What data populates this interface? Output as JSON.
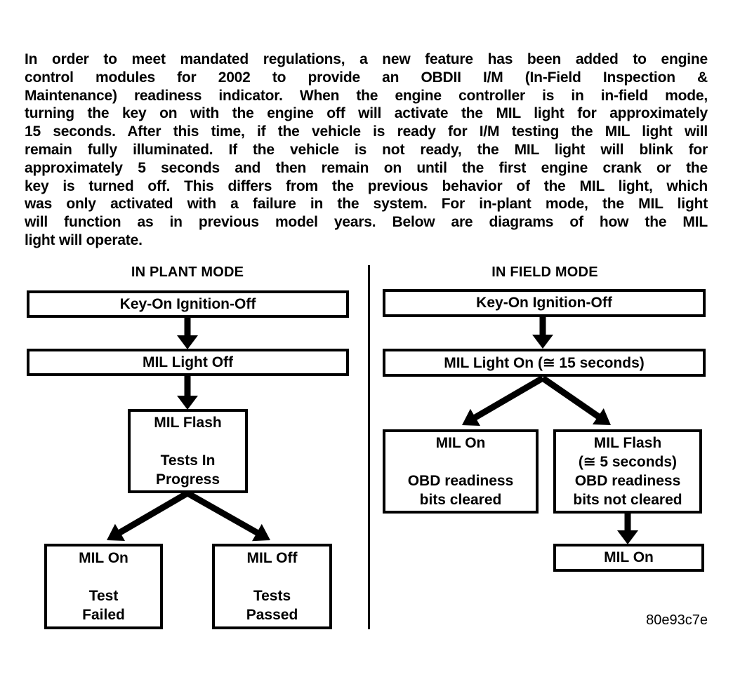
{
  "page": {
    "background_color": "#ffffff",
    "text_color": "#000000",
    "figure_code": "80e93c7e"
  },
  "paragraph": {
    "lines": [
      "In order to meet mandated regulations, a new feature has been added to engine",
      "control modules for 2002 to provide an OBDII I/M (In-Field Inspection &",
      "Maintenance) readiness indicator.  When the engine controller is in in-field mode,",
      "turning the key on with the engine off will activate the MIL light for approximately",
      "15 seconds.  After this time, if the vehicle is ready for I/M testing the MIL light will",
      "remain fully illuminated.  If the vehicle is not ready, the MIL light will blink for",
      "approximately 5 seconds and then remain on until the first engine crank or the",
      "key is turned off.  This differs from the previous behavior of the MIL light, which",
      "was only activated with a failure in the system.  For in-plant mode, the MIL light",
      "will function as in previous model years.  Below are diagrams of how the MIL",
      "light will operate."
    ]
  },
  "diagrams": {
    "in_plant": {
      "title": "IN PLANT MODE",
      "boxes": {
        "key_on": {
          "lines": [
            "Key-On Ignition-Off"
          ]
        },
        "mil_light_off": {
          "lines": [
            "MIL Light Off"
          ]
        },
        "mil_flash": {
          "lines": [
            "MIL Flash",
            "",
            "Tests In",
            "Progress"
          ]
        },
        "test_failed": {
          "lines": [
            "MIL On",
            "",
            "Test",
            "Failed"
          ]
        },
        "tests_passed": {
          "lines": [
            "MIL Off",
            "",
            "Tests",
            "Passed"
          ]
        }
      }
    },
    "in_field": {
      "title": "IN FIELD MODE",
      "boxes": {
        "key_on": {
          "lines": [
            "Key-On Ignition-Off"
          ]
        },
        "mil_light_on": {
          "lines": [
            "MIL Light On (≅ 15 seconds)"
          ]
        },
        "bits_cleared": {
          "lines": [
            "MIL On",
            "",
            "OBD readiness",
            "bits cleared"
          ]
        },
        "bits_not_cleared": {
          "lines": [
            "MIL Flash",
            "(≅ 5 seconds)",
            "OBD readiness",
            "bits not cleared"
          ]
        },
        "mil_on_final": {
          "lines": [
            "MIL On"
          ]
        }
      }
    }
  }
}
